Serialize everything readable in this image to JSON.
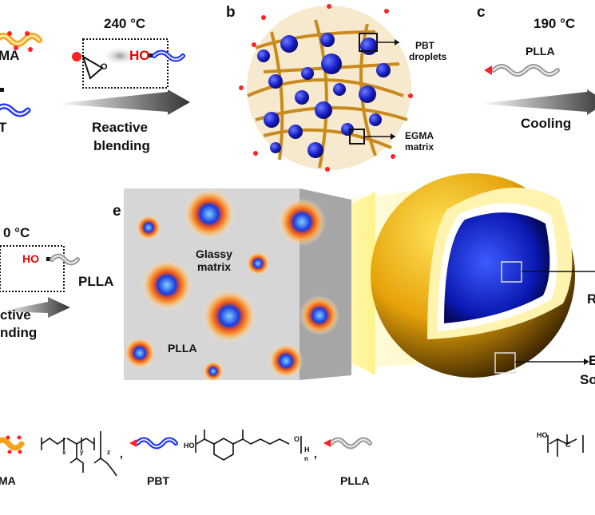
{
  "panels": {
    "b": "b",
    "c": "c",
    "e": "e"
  },
  "panel_a": {
    "egma_label": "MA",
    "pbt_label": "T",
    "temperature": "240 °C",
    "ho": "HO",
    "o": "O",
    "arrow_line1": "Reactive",
    "arrow_line2": "blending"
  },
  "panel_b": {
    "pbt_droplets_line1": "PBT",
    "pbt_droplets_line2": "droplets",
    "egma_matrix_line1": "EGMA",
    "egma_matrix_line2": "matrix"
  },
  "panel_c": {
    "temperature": "190 °C",
    "plla_label": "PLLA",
    "arrow_label": "Cooling"
  },
  "panel_d": {
    "temperature": "0 °C",
    "ho": "HO",
    "plla_label": "PLLA",
    "arrow_line1": "ctive",
    "arrow_line2": "nding"
  },
  "panel_e": {
    "glassy_line1": "Glassy",
    "glassy_line2": "matrix",
    "plla_label": "PLLA",
    "core_label": "R",
    "shell_label_line1": "E",
    "shell_label_line2": "So"
  },
  "legend": {
    "egma": "MA",
    "pbt": "PBT",
    "plla": "PLLA",
    "comma": ",",
    "ho": "HO",
    "x": "x",
    "y": "y",
    "z": "z",
    "n": "n",
    "h": "H",
    "o": "O",
    "c": "C"
  },
  "colors": {
    "egma": "#f5a623",
    "pbt": "#1a2bff",
    "plla": "#999999",
    "reactive": "#ff0000",
    "droplet": "#1530d8"
  }
}
